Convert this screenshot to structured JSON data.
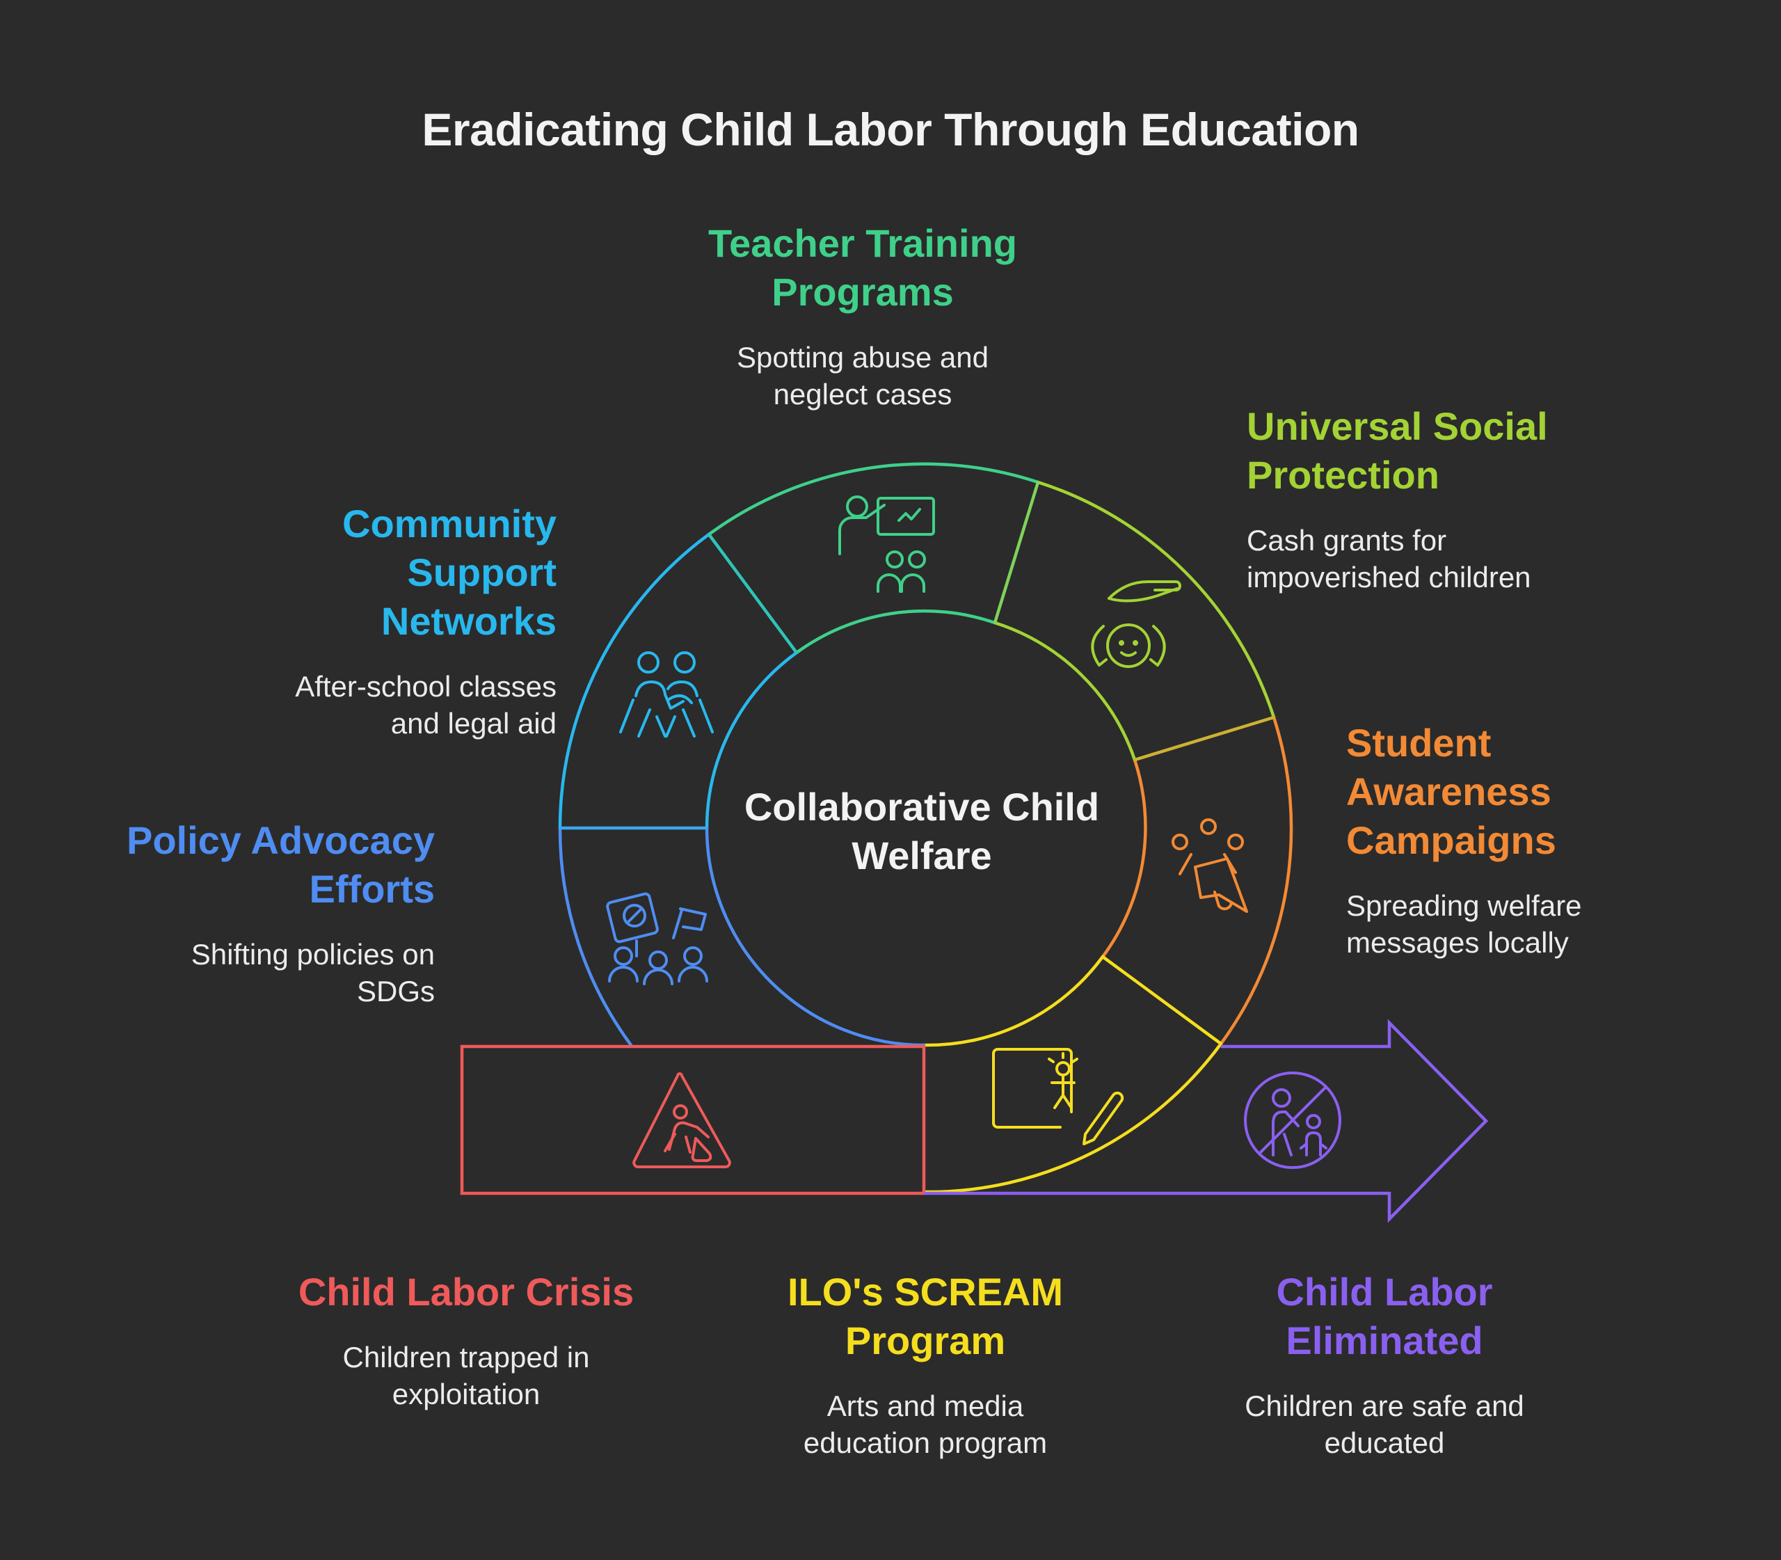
{
  "title": "Eradicating Child Labor Through Education",
  "center": {
    "label": "Collaborative Child Welfare"
  },
  "segments": [
    {
      "id": "teacher",
      "title": "Teacher Training Programs",
      "desc": "Spotting abuse and neglect cases",
      "color": "#3fd08a",
      "icon": "teacher-presentation-icon"
    },
    {
      "id": "social",
      "title": "Universal Social Protection",
      "desc": "Cash grants for impoverished children",
      "color": "#a3d334",
      "icon": "hand-over-child-icon"
    },
    {
      "id": "student",
      "title": "Student Awareness Campaigns",
      "desc": "Spreading welfare messages locally",
      "color": "#f38a35",
      "icon": "megaphone-people-icon"
    },
    {
      "id": "scream",
      "title": "ILO's SCREAM Program",
      "desc": "Arts and media education program",
      "color": "#f5de1e",
      "icon": "child-drawing-icon"
    },
    {
      "id": "policy",
      "title": "Policy Advocacy Efforts",
      "desc": "Shifting policies on SDGs",
      "color": "#4f8df2",
      "icon": "protest-sign-icon"
    },
    {
      "id": "community",
      "title": "Community Support Networks",
      "desc": "After-school classes and legal aid",
      "color": "#28b8ee",
      "icon": "community-hug-icon"
    }
  ],
  "start": {
    "title": "Child Labor Crisis",
    "desc": "Children trapped in exploitation",
    "color": "#ef5a5a",
    "icon": "child-labor-warning-icon"
  },
  "end": {
    "title": "Child Labor Eliminated",
    "desc": "Children are safe and educated",
    "color": "#8a60f0",
    "icon": "no-child-labor-icon"
  }
}
